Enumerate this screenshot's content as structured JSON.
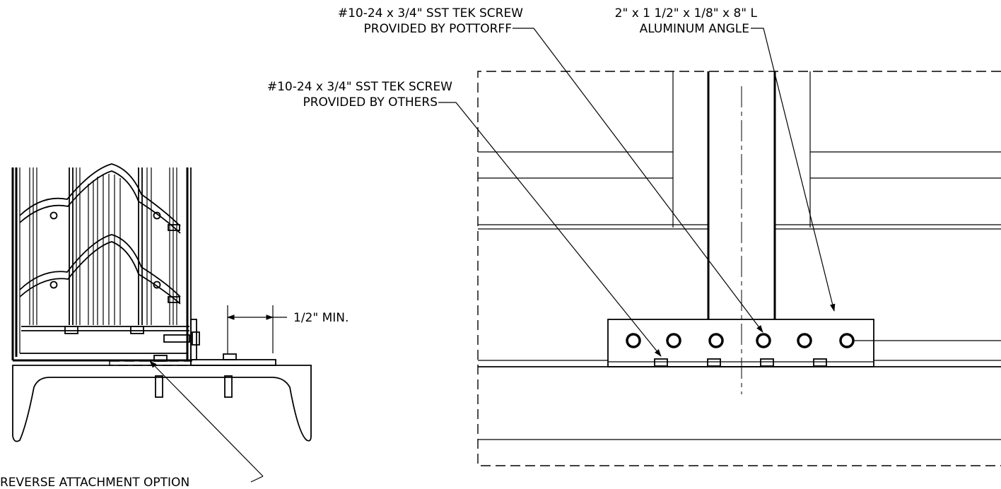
{
  "callouts": {
    "screw_pottorff_line1": "#10-24 x 3/4\" SST TEK SCREW",
    "screw_pottorff_line2": "PROVIDED BY POTTORFF",
    "angle_line1": "2\" x 1 1/2\" x 1/8\" x 8\" L",
    "angle_line2": "ALUMINUM ANGLE",
    "screw_others_line1": "#10-24 x 3/4\" SST TEK SCREW",
    "screw_others_line2": "PROVIDED BY OTHERS",
    "min_clearance": "1/2\" MIN.",
    "reverse_option": "REVERSE ATTACHMENT OPTION"
  },
  "colors": {
    "ink": "#000000",
    "paper": "#ffffff"
  }
}
